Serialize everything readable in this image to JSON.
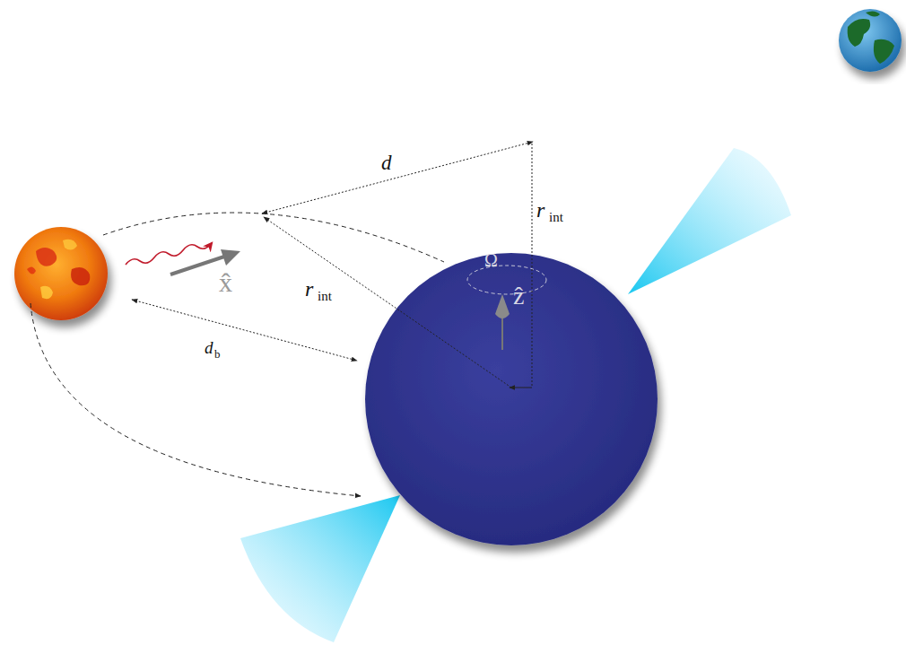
{
  "diagram": {
    "labels": [
      "d",
      "r",
      "int",
      "r",
      "int",
      "d",
      "b",
      "Ω",
      "ẑ",
      "x̂"
    ]
  }
}
